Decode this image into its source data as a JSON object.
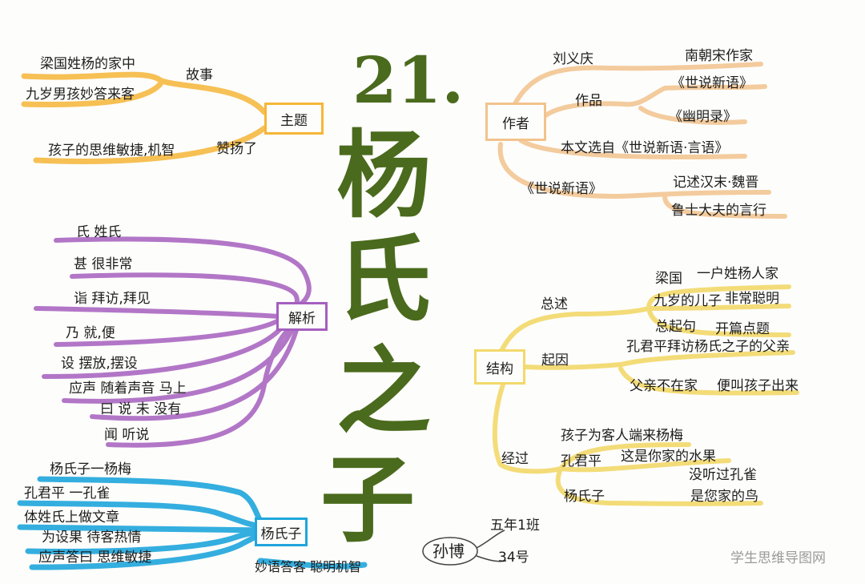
{
  "title": {
    "number": "21.",
    "chars": [
      "杨",
      "氏",
      "之",
      "子"
    ]
  },
  "colors": {
    "title": "#4a6a1d",
    "theme": "#f5b638",
    "analysis": "#a55fbf",
    "characters": "#1fa6dc",
    "author": "#f2c38d",
    "structure": "#f3d96a"
  },
  "theme": {
    "label": "主题",
    "story": "故事",
    "story_lines": [
      "梁国姓杨的家中",
      "九岁男孩妙答来客"
    ],
    "praise": "赞扬了",
    "praise_line": "孩子的思维敏捷,机智"
  },
  "analysis": {
    "label": "解析",
    "items": [
      "氏 姓氏",
      "甚 很非常",
      "诣 拜访,拜见",
      "乃 就,便",
      "设 摆放,摆设",
      "应声 随着声音 马上",
      "曰 说 未 没有",
      "闻 听说"
    ]
  },
  "characters": {
    "label": "杨氏子",
    "items": [
      "杨氏子一杨梅",
      "孔君平 一孔雀",
      "体姓氏上做文章",
      "为设果 待客热情",
      "应声答曰 思维敏捷"
    ],
    "trait": "妙语答客 聪明机智"
  },
  "author": {
    "label": "作者",
    "name": "刘义庆",
    "name_note": "南朝宋作家",
    "works_label": "作品",
    "works": [
      "《世说新语》",
      "《幽明录》"
    ],
    "source": "本文选自《世说新语·言语》",
    "book": "《世说新语》",
    "book_desc": [
      "记述汉末·魏晋",
      "鲁士大夫的言行"
    ]
  },
  "structure": {
    "label": "结构",
    "overview": "总述",
    "overview_items": [
      {
        "a": "梁国",
        "b": "一户姓杨人家"
      },
      {
        "a": "九岁的儿子",
        "b": "非常聪明"
      },
      {
        "a": "总起句",
        "b": "开篇点题"
      }
    ],
    "cause": "起因",
    "cause_items": [
      {
        "a": "孔君平拜访杨氏之子的父亲",
        "b": ""
      },
      {
        "a": "父亲不在家",
        "b": "便叫孩子出来"
      }
    ],
    "process": "经过",
    "process_top": "孩子为客人端来杨梅",
    "kong": "孔君平",
    "kong_say": "这是你家的水果",
    "yang": "杨氏子",
    "yang_say": [
      "没听过孔雀",
      "是您家的鸟"
    ]
  },
  "signature": {
    "name": "孙博",
    "class": "五年1班",
    "number": "34号"
  },
  "watermark": "学生思维导图网"
}
